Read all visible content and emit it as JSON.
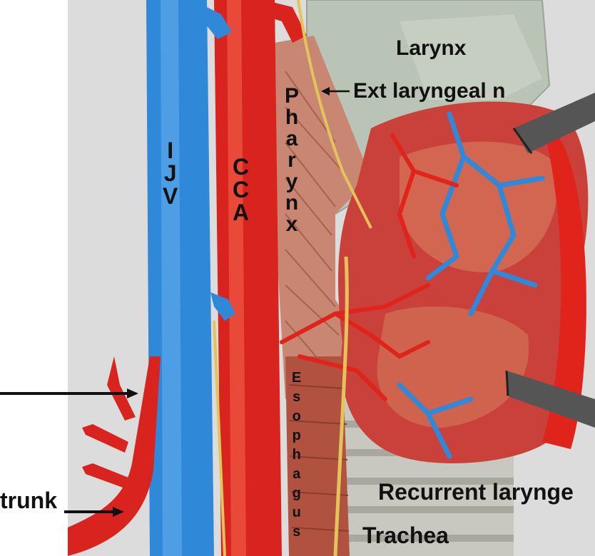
{
  "labels": {
    "larynx": "Larynx",
    "ext_laryngeal": "Ext laryngeal n",
    "recurrent_laryngeal": "Recurrent larynge",
    "trachea": "Trachea",
    "trunk": "trunk"
  },
  "vertical_labels": {
    "ijv": [
      "I",
      "J",
      "V"
    ],
    "cca": [
      "C",
      "C",
      "A"
    ],
    "pharynx": [
      "P",
      "h",
      "a",
      "r",
      "y",
      "n",
      "x"
    ],
    "esophagus": [
      "E",
      "s",
      "o",
      "p",
      "h",
      "a",
      "g",
      "u",
      "s"
    ]
  },
  "colors": {
    "vein_blue": "#2f88d8",
    "artery_red": "#d8231f",
    "thyroid_red": "#c9413a",
    "nerve_yellow": "#e2c45a",
    "larynx_gray": "#b9c1b4",
    "muscle_pink": "#c98673",
    "background_gray": "#dddddd"
  }
}
